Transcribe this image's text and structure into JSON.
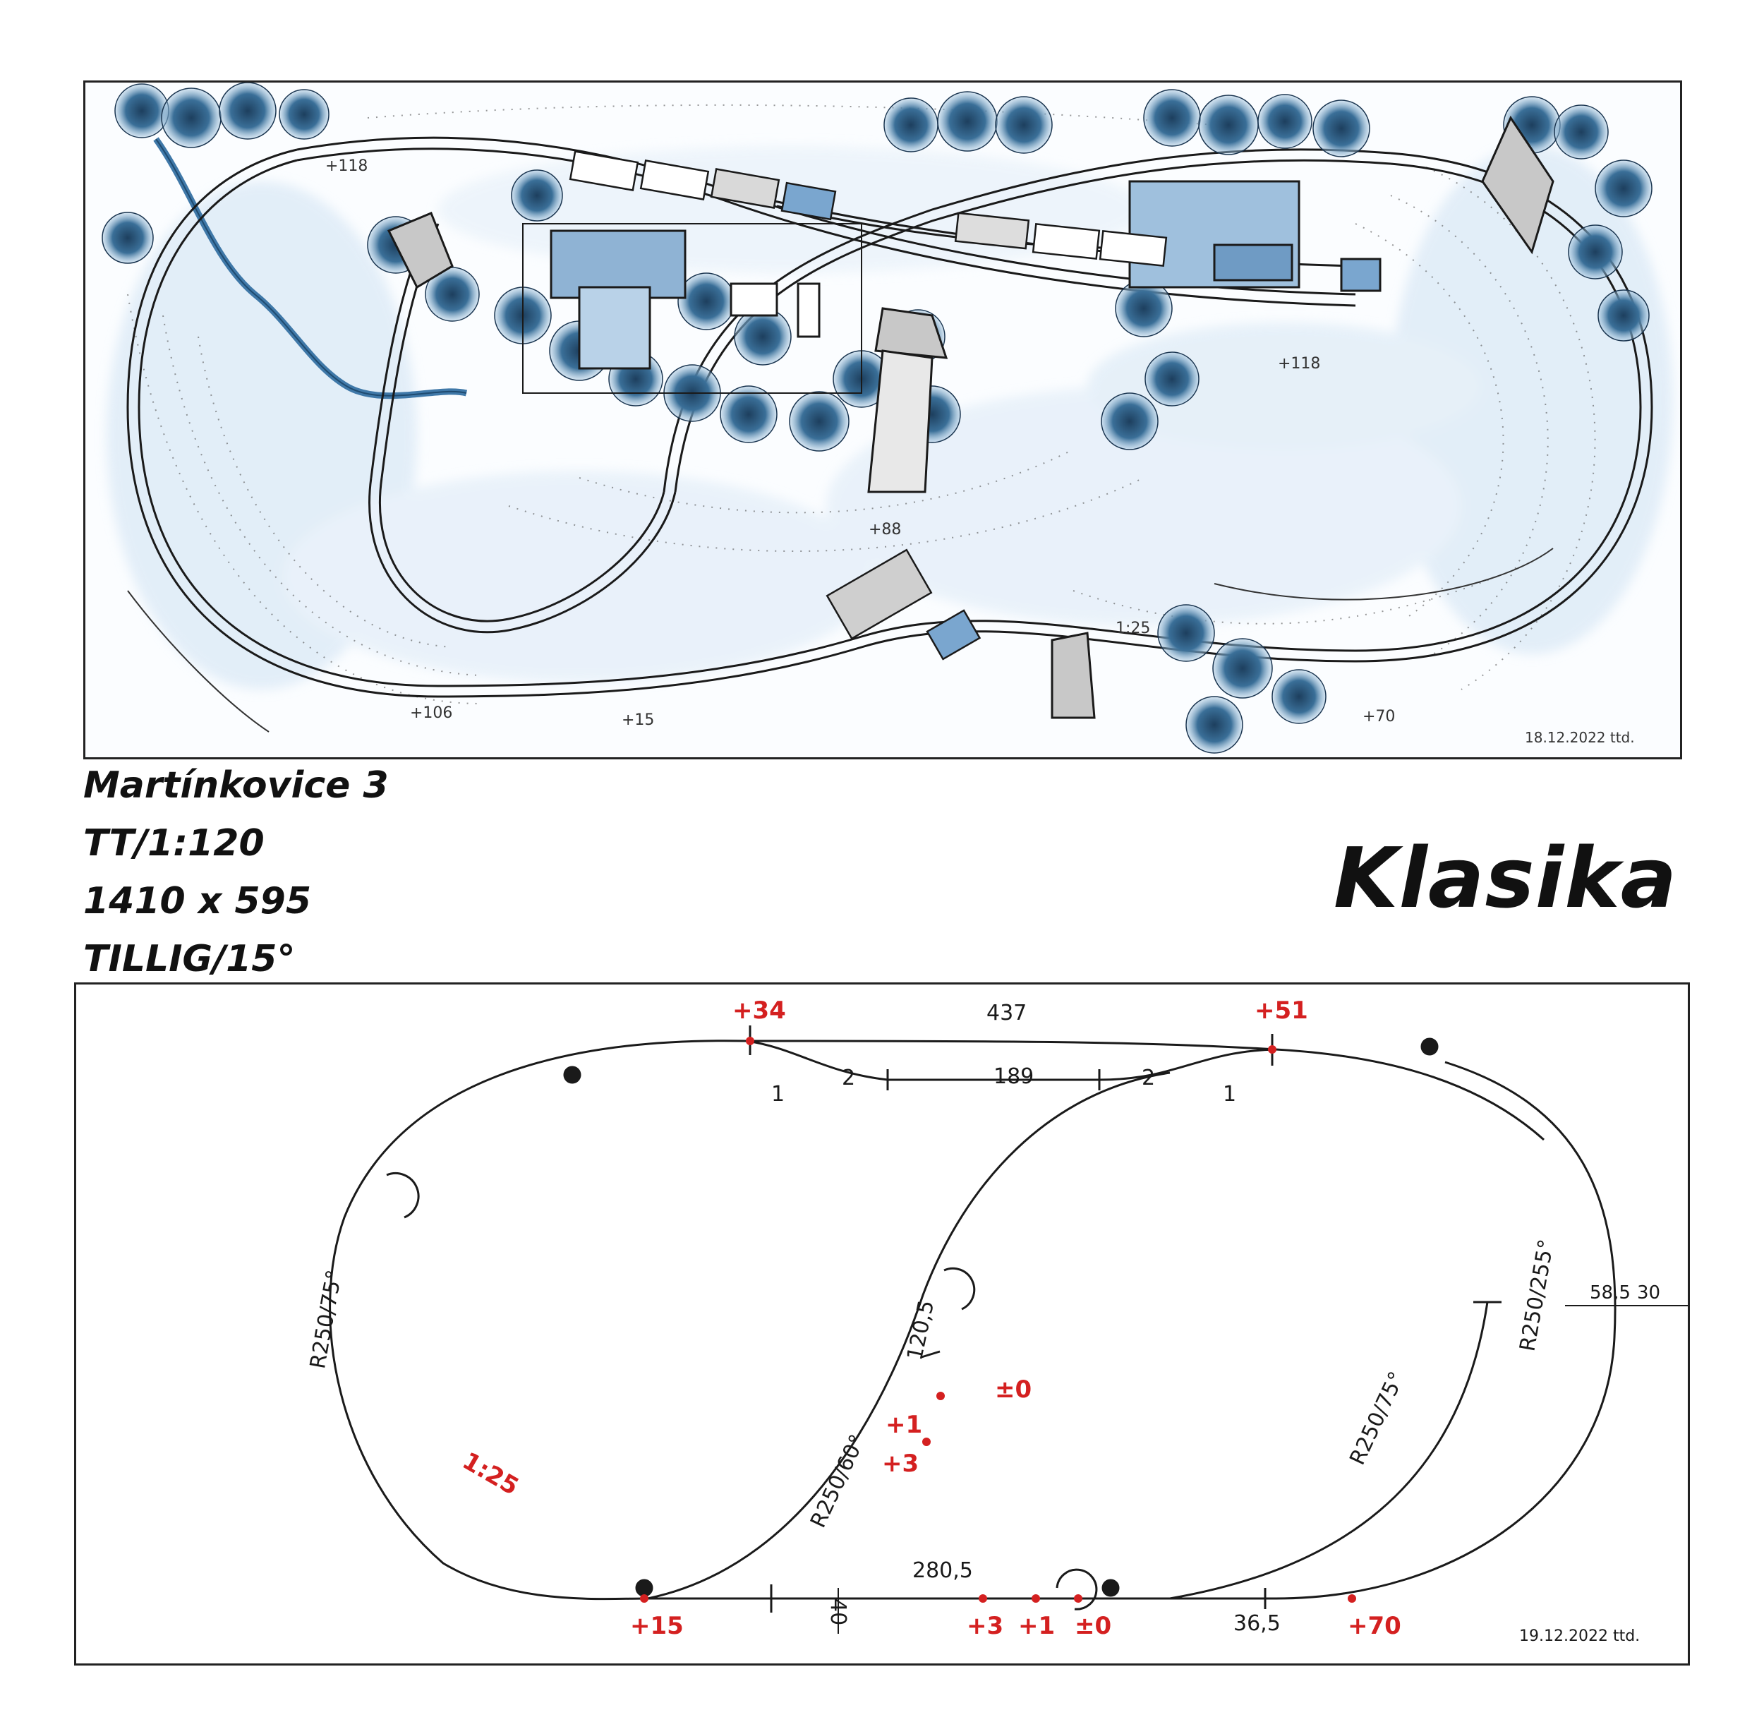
{
  "info": {
    "name": "Martínkovice  3",
    "scale": "TT/1:120",
    "size": "1410 x 595",
    "system": "TILLIG/15°"
  },
  "title": "Klasika",
  "scenic": {
    "elevations": [
      "+118",
      "+118",
      "+88",
      "+106",
      "+15",
      "+70"
    ],
    "grade": "1:25",
    "signature": "18.12.2022 ttd."
  },
  "plan": {
    "heights_red": [
      "+34",
      "+51",
      "±0",
      "+1",
      "+3",
      "+15",
      "+3",
      "+1",
      "±0",
      "+70"
    ],
    "grade": "1:25",
    "lengths": [
      "437",
      "189",
      "2",
      "2",
      "1",
      "1",
      "120,5",
      "280,5",
      "36,5",
      "58,5",
      "30",
      "40"
    ],
    "radii": [
      "R250/75°",
      "R250/255°",
      "R250/60°",
      "R250/75°"
    ],
    "signature": "19.12.2022 ttd."
  },
  "colors": {
    "ink": "#1a1a1a",
    "water_blue": "#4b86b4",
    "sky_wash": "#cfe2f3",
    "annotation_red": "#d42020"
  }
}
